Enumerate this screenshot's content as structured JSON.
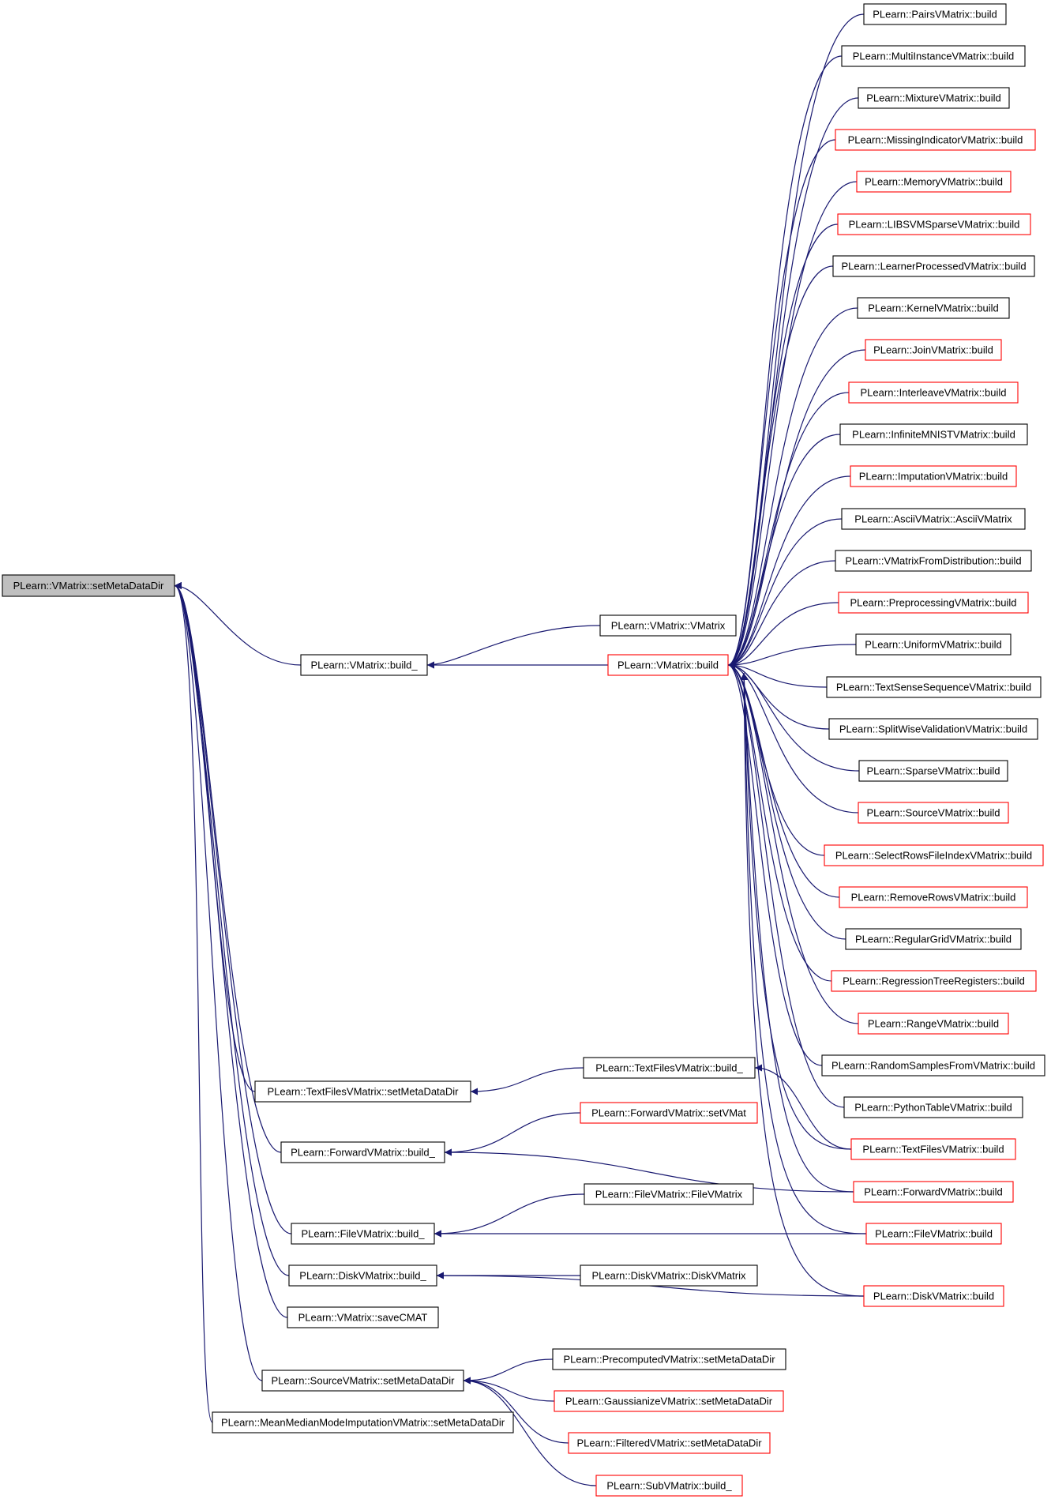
{
  "colors": {
    "edge": "#191970",
    "node_border_default": "#000000",
    "node_border_truncated": "#ff0000",
    "root_fill": "#bfbfbf",
    "node_fill": "#ffffff"
  },
  "nodes": [
    {
      "id": "root",
      "label": "PLearn::VMatrix::setMetaDataDir",
      "style": "root"
    },
    {
      "id": "vm_build_",
      "label": "PLearn::VMatrix::build_",
      "style": "normal"
    },
    {
      "id": "vm_vmatrix",
      "label": "PLearn::VMatrix::VMatrix",
      "style": "normal"
    },
    {
      "id": "vm_build",
      "label": "PLearn::VMatrix::build",
      "style": "truncated"
    },
    {
      "id": "pairs",
      "label": "PLearn::PairsVMatrix::build",
      "style": "normal"
    },
    {
      "id": "multi",
      "label": "PLearn::MultiInstanceVMatrix::build",
      "style": "normal"
    },
    {
      "id": "mixture",
      "label": "PLearn::MixtureVMatrix::build",
      "style": "normal"
    },
    {
      "id": "missing",
      "label": "PLearn::MissingIndicatorVMatrix::build",
      "style": "truncated"
    },
    {
      "id": "memory",
      "label": "PLearn::MemoryVMatrix::build",
      "style": "truncated"
    },
    {
      "id": "libsvm",
      "label": "PLearn::LIBSVMSparseVMatrix::build",
      "style": "truncated"
    },
    {
      "id": "learner",
      "label": "PLearn::LearnerProcessedVMatrix::build",
      "style": "normal"
    },
    {
      "id": "kernel",
      "label": "PLearn::KernelVMatrix::build",
      "style": "normal"
    },
    {
      "id": "join",
      "label": "PLearn::JoinVMatrix::build",
      "style": "truncated"
    },
    {
      "id": "interleave",
      "label": "PLearn::InterleaveVMatrix::build",
      "style": "truncated"
    },
    {
      "id": "infinite",
      "label": "PLearn::InfiniteMNISTVMatrix::build",
      "style": "normal"
    },
    {
      "id": "imputation",
      "label": "PLearn::ImputationVMatrix::build",
      "style": "truncated"
    },
    {
      "id": "ascii",
      "label": "PLearn::AsciiVMatrix::AsciiVMatrix",
      "style": "normal"
    },
    {
      "id": "fromdist",
      "label": "PLearn::VMatrixFromDistribution::build",
      "style": "normal"
    },
    {
      "id": "preproc",
      "label": "PLearn::PreprocessingVMatrix::build",
      "style": "truncated"
    },
    {
      "id": "uniform",
      "label": "PLearn::UniformVMatrix::build",
      "style": "normal"
    },
    {
      "id": "textsense",
      "label": "PLearn::TextSenseSequenceVMatrix::build",
      "style": "normal"
    },
    {
      "id": "splitwise",
      "label": "PLearn::SplitWiseValidationVMatrix::build",
      "style": "normal"
    },
    {
      "id": "sparse",
      "label": "PLearn::SparseVMatrix::build",
      "style": "normal"
    },
    {
      "id": "source_b",
      "label": "PLearn::SourceVMatrix::build",
      "style": "truncated"
    },
    {
      "id": "selectrows",
      "label": "PLearn::SelectRowsFileIndexVMatrix::build",
      "style": "truncated"
    },
    {
      "id": "removerows",
      "label": "PLearn::RemoveRowsVMatrix::build",
      "style": "truncated"
    },
    {
      "id": "regulargrid",
      "label": "PLearn::RegularGridVMatrix::build",
      "style": "normal"
    },
    {
      "id": "regtree",
      "label": "PLearn::RegressionTreeRegisters::build",
      "style": "truncated"
    },
    {
      "id": "range",
      "label": "PLearn::RangeVMatrix::build",
      "style": "truncated"
    },
    {
      "id": "randsamples",
      "label": "PLearn::RandomSamplesFromVMatrix::build",
      "style": "normal"
    },
    {
      "id": "pytable",
      "label": "PLearn::PythonTableVMatrix::build",
      "style": "normal"
    },
    {
      "id": "textfiles_b",
      "label": "PLearn::TextFilesVMatrix::build",
      "style": "truncated"
    },
    {
      "id": "forward_b",
      "label": "PLearn::ForwardVMatrix::build",
      "style": "truncated"
    },
    {
      "id": "file_b",
      "label": "PLearn::FileVMatrix::build",
      "style": "truncated"
    },
    {
      "id": "disk_b",
      "label": "PLearn::DiskVMatrix::build",
      "style": "truncated"
    },
    {
      "id": "tf_smdd",
      "label": "PLearn::TextFilesVMatrix::setMetaDataDir",
      "style": "normal"
    },
    {
      "id": "tf_build_",
      "label": "PLearn::TextFilesVMatrix::build_",
      "style": "normal"
    },
    {
      "id": "fw_build_",
      "label": "PLearn::ForwardVMatrix::build_",
      "style": "normal"
    },
    {
      "id": "fw_setvmat",
      "label": "PLearn::ForwardVMatrix::setVMat",
      "style": "truncated"
    },
    {
      "id": "file_build_",
      "label": "PLearn::FileVMatrix::build_",
      "style": "normal"
    },
    {
      "id": "file_ctor",
      "label": "PLearn::FileVMatrix::FileVMatrix",
      "style": "normal"
    },
    {
      "id": "disk_build_",
      "label": "PLearn::DiskVMatrix::build_",
      "style": "normal"
    },
    {
      "id": "disk_ctor",
      "label": "PLearn::DiskVMatrix::DiskVMatrix",
      "style": "normal"
    },
    {
      "id": "savecmat",
      "label": "PLearn::VMatrix::saveCMAT",
      "style": "normal"
    },
    {
      "id": "src_smdd",
      "label": "PLearn::SourceVMatrix::setMetaDataDir",
      "style": "normal"
    },
    {
      "id": "precomp",
      "label": "PLearn::PrecomputedVMatrix::setMetaDataDir",
      "style": "normal"
    },
    {
      "id": "gauss",
      "label": "PLearn::GaussianizeVMatrix::setMetaDataDir",
      "style": "truncated"
    },
    {
      "id": "filtered",
      "label": "PLearn::FilteredVMatrix::setMetaDataDir",
      "style": "truncated"
    },
    {
      "id": "subvm",
      "label": "PLearn::SubVMatrix::build_",
      "style": "truncated"
    },
    {
      "id": "meanmedian",
      "label": "PLearn::MeanMedianModeImputationVMatrix::setMetaDataDir",
      "style": "normal"
    }
  ],
  "edges": [
    [
      "vm_build_",
      "root"
    ],
    [
      "tf_smdd",
      "root"
    ],
    [
      "fw_build_",
      "root"
    ],
    [
      "file_build_",
      "root"
    ],
    [
      "disk_build_",
      "root"
    ],
    [
      "savecmat",
      "root"
    ],
    [
      "src_smdd",
      "root"
    ],
    [
      "meanmedian",
      "root"
    ],
    [
      "vm_vmatrix",
      "vm_build_"
    ],
    [
      "vm_build",
      "vm_build_"
    ],
    [
      "pairs",
      "vm_build"
    ],
    [
      "multi",
      "vm_build"
    ],
    [
      "mixture",
      "vm_build"
    ],
    [
      "missing",
      "vm_build"
    ],
    [
      "memory",
      "vm_build"
    ],
    [
      "libsvm",
      "vm_build"
    ],
    [
      "learner",
      "vm_build"
    ],
    [
      "kernel",
      "vm_build"
    ],
    [
      "join",
      "vm_build"
    ],
    [
      "interleave",
      "vm_build"
    ],
    [
      "infinite",
      "vm_build"
    ],
    [
      "imputation",
      "vm_build"
    ],
    [
      "ascii",
      "vm_build"
    ],
    [
      "fromdist",
      "vm_build"
    ],
    [
      "preproc",
      "vm_build"
    ],
    [
      "uniform",
      "vm_build"
    ],
    [
      "textsense",
      "vm_build"
    ],
    [
      "splitwise",
      "vm_build"
    ],
    [
      "sparse",
      "vm_build"
    ],
    [
      "source_b",
      "vm_build"
    ],
    [
      "selectrows",
      "vm_build"
    ],
    [
      "removerows",
      "vm_build"
    ],
    [
      "regulargrid",
      "vm_build"
    ],
    [
      "regtree",
      "vm_build"
    ],
    [
      "range",
      "vm_build"
    ],
    [
      "randsamples",
      "vm_build"
    ],
    [
      "pytable",
      "vm_build"
    ],
    [
      "textfiles_b",
      "vm_build"
    ],
    [
      "forward_b",
      "vm_build"
    ],
    [
      "file_b",
      "vm_build"
    ],
    [
      "disk_b",
      "vm_build"
    ],
    [
      "tf_build_",
      "tf_smdd"
    ],
    [
      "textfiles_b",
      "tf_build_"
    ],
    [
      "fw_setvmat",
      "fw_build_"
    ],
    [
      "forward_b",
      "fw_build_"
    ],
    [
      "file_ctor",
      "file_build_"
    ],
    [
      "file_b",
      "file_build_"
    ],
    [
      "disk_ctor",
      "disk_build_"
    ],
    [
      "disk_b",
      "disk_build_"
    ],
    [
      "precomp",
      "src_smdd"
    ],
    [
      "gauss",
      "src_smdd"
    ],
    [
      "filtered",
      "src_smdd"
    ],
    [
      "subvm",
      "src_smdd"
    ]
  ]
}
